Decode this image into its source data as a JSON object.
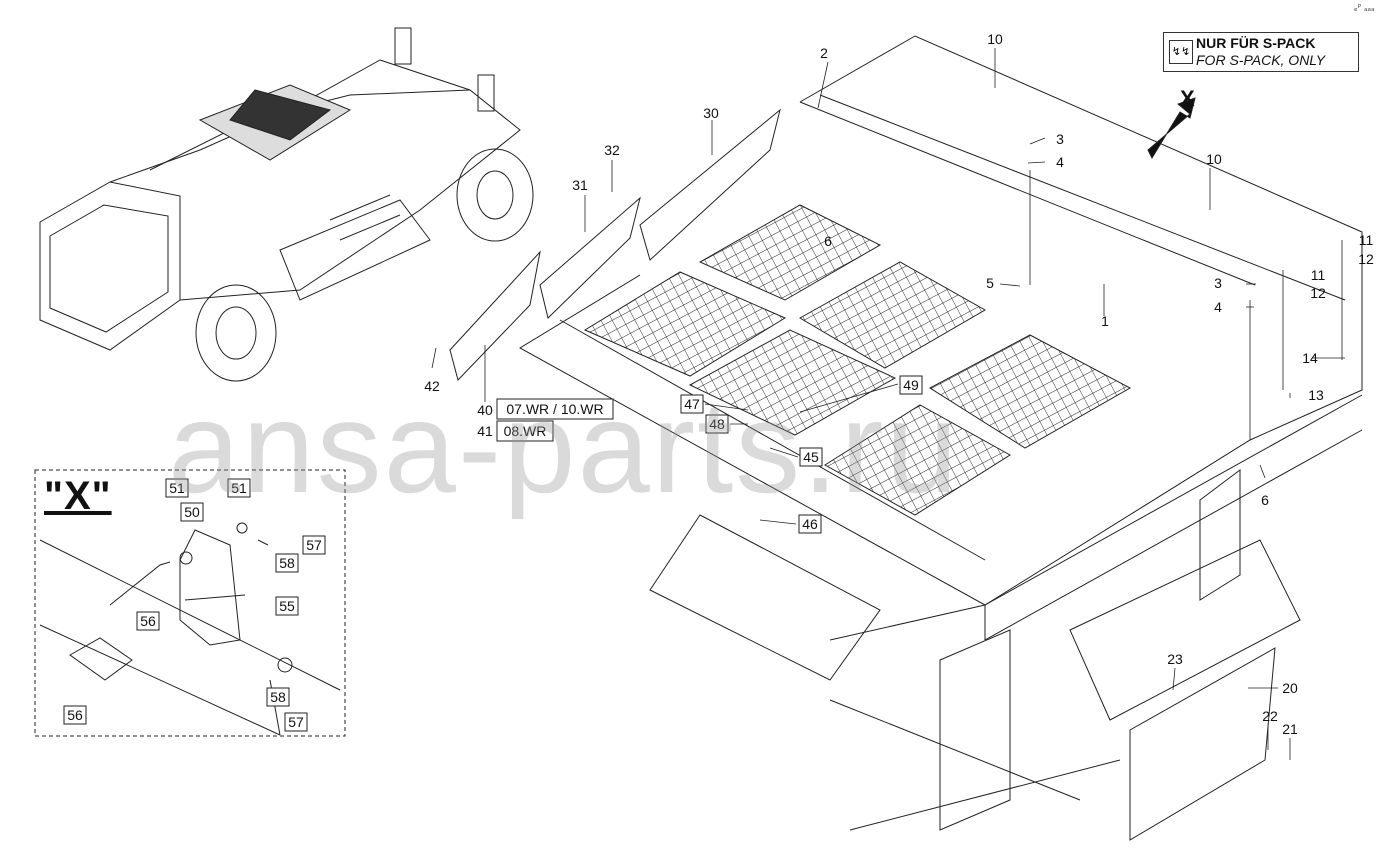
{
  "legend": {
    "icon": "s-pack-icon",
    "line1": "NUR FÜR  S-PACK",
    "line2": "FOR S-PACK, ONLY"
  },
  "corner_mark": "ₑᴾ ₐₐₐ",
  "detail_title": "\"X\"",
  "view_arrow_label": "X",
  "watermark": "ansa-parts.ru",
  "callouts": [
    "2",
    "10",
    "10",
    "3",
    "4",
    "6",
    "5",
    "1",
    "11",
    "12",
    "3",
    "4",
    "11",
    "12",
    "14",
    "13",
    "6",
    "30",
    "32",
    "31",
    "42",
    "40",
    "41",
    "20",
    "22",
    "21",
    "23"
  ],
  "boxed_callouts": [
    "07.WR / 10.WR",
    "08.WR",
    "47",
    "48",
    "49",
    "45",
    "46",
    "51",
    "50",
    "51",
    "57",
    "58",
    "55",
    "56",
    "56",
    "58",
    "57"
  ],
  "colors": {
    "line": "#222222",
    "watermark": "#b4b4b4"
  }
}
